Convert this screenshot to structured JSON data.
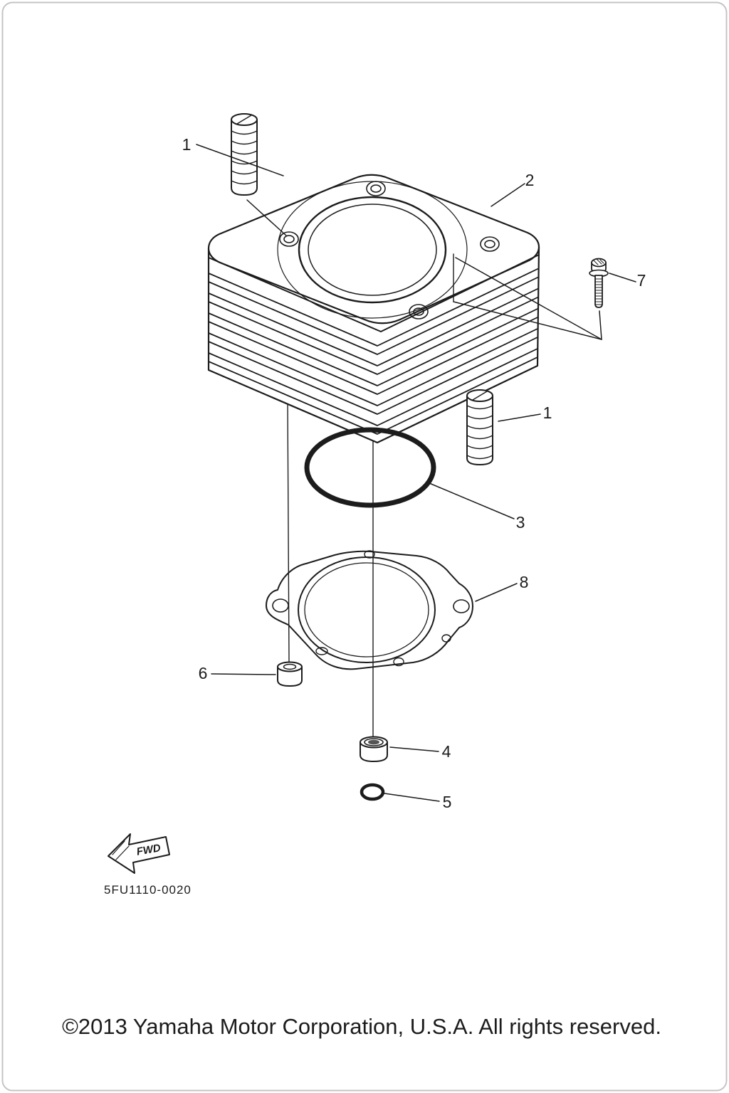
{
  "page": {
    "bg": "#ffffff",
    "ink": "#1c1c1c",
    "border": "#c4c4c4"
  },
  "diagram": {
    "code": "5FU1110-0020",
    "fwd": "FWD",
    "callouts": [
      {
        "label": "1"
      },
      {
        "label": "2"
      },
      {
        "label": "7"
      },
      {
        "label": "1"
      },
      {
        "label": "3"
      },
      {
        "label": "8"
      },
      {
        "label": "6"
      },
      {
        "label": "4"
      },
      {
        "label": "5"
      }
    ]
  },
  "footer": {
    "copyright": "©2013 Yamaha Motor Corporation, U.S.A. All rights reserved."
  }
}
